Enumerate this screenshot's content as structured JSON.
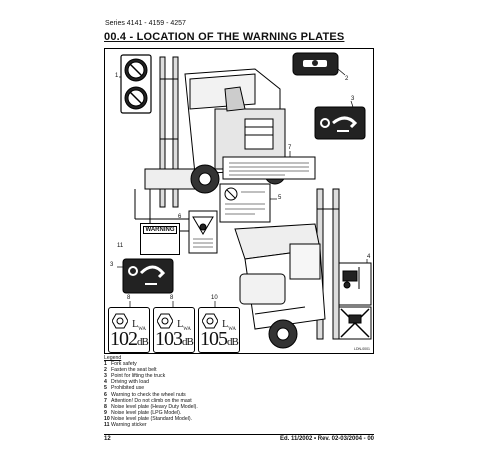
{
  "header": {
    "series": "Series 4141 - 4159 - 4257"
  },
  "section": {
    "title": "00.4 - LOCATION OF THE WARNING PLATES"
  },
  "figure": {
    "callouts": [
      "1",
      "2",
      "3",
      "4",
      "5",
      "6",
      "7",
      "8",
      "8",
      "10",
      "11"
    ],
    "code": "LDN-0001",
    "warning_label": "WARNING",
    "plates": [
      {
        "lwa": "L",
        "lwa_sub": "WA",
        "value": "102",
        "unit": "dB"
      },
      {
        "lwa": "L",
        "lwa_sub": "WA",
        "value": "103",
        "unit": "dB"
      },
      {
        "lwa": "L",
        "lwa_sub": "WA",
        "value": "105",
        "unit": "dB"
      }
    ]
  },
  "legend": {
    "title": "Legend",
    "items": [
      {
        "n": "1",
        "text": "Fork safety"
      },
      {
        "n": "2",
        "text": "Fasten the seat belt"
      },
      {
        "n": "3",
        "text": "Point for lifting the truck"
      },
      {
        "n": "4",
        "text": "Driving with load"
      },
      {
        "n": "5",
        "text": "Prohibited use"
      },
      {
        "n": "6",
        "text": "Warning to check the wheel nuts"
      },
      {
        "n": "7",
        "text": "Attention! Do not climb on the mast"
      },
      {
        "n": "8",
        "text": "Noise level plate (Heavy Duty Model)."
      },
      {
        "n": "9",
        "text": "Noise level plate (LPG Model)."
      },
      {
        "n": "10",
        "text": "Noise level plate (Standard Model)."
      },
      {
        "n": "11",
        "text": "Warning sticker"
      }
    ]
  },
  "footer": {
    "page": "12",
    "edition": "Ed. 11/2002 • Rev. 02-03/2004 - 00"
  }
}
